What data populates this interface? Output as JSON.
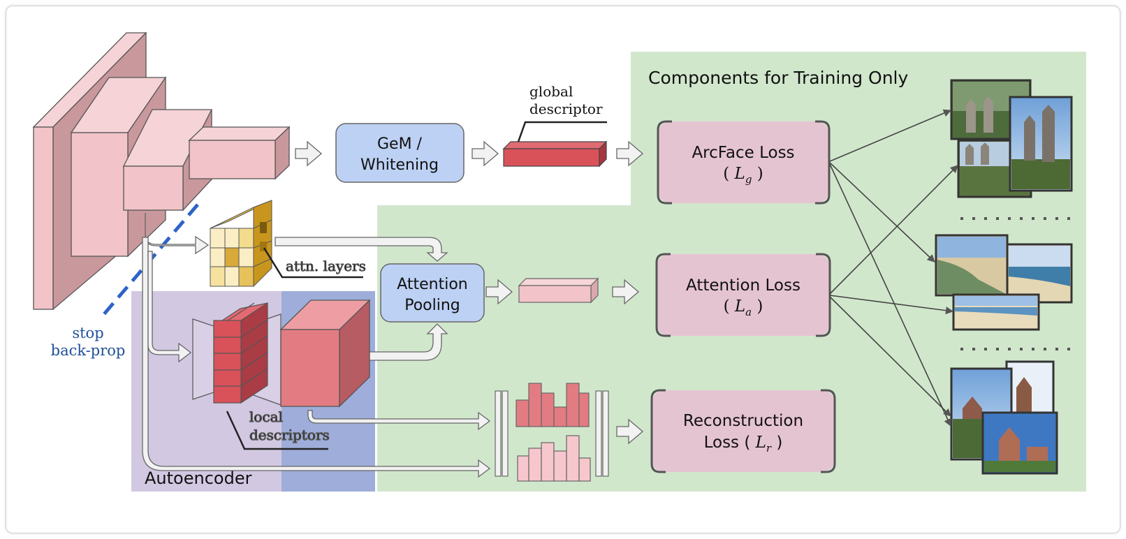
{
  "header": {
    "training_region_title": "Components for Training Only"
  },
  "modules": {
    "gem_line1": "GeM /",
    "gem_line2": "Whitening",
    "attention_pool_line1": "Attention",
    "attention_pool_line2": "Pooling"
  },
  "labels": {
    "global_descriptor_line1": "global",
    "global_descriptor_line2": "descriptor",
    "attn_layers": "attn. layers",
    "local_descriptors_line1": "local",
    "local_descriptors_line2": "descriptors",
    "stop_line1": "stop",
    "stop_line2": "back-prop",
    "autoencoder": "Autoencoder"
  },
  "losses": {
    "arcface": {
      "label": "ArcFace Loss",
      "open": "( ",
      "symbol": "L",
      "subscript": "g",
      "close": " )"
    },
    "attention": {
      "label": "Attention Loss",
      "open": "( ",
      "symbol": "L",
      "subscript": "a",
      "close": " )"
    },
    "reconstruction": {
      "line1": "Reconstruction",
      "line2_prefix": "Loss ( ",
      "symbol": "L",
      "subscript": "r",
      "close": " )"
    }
  },
  "colors": {
    "training_bg": "#d1e7cc",
    "module_blue": "#bdd1f4",
    "loss_pink": "#e5c4d2",
    "cnn_pink": "#f2c3c8",
    "descriptor_red": "#d9525a",
    "autoencoder_lavender": "#d2c8e2",
    "autoencoder_blue": "#9eadd9",
    "stop_line": "#2f63c8"
  }
}
